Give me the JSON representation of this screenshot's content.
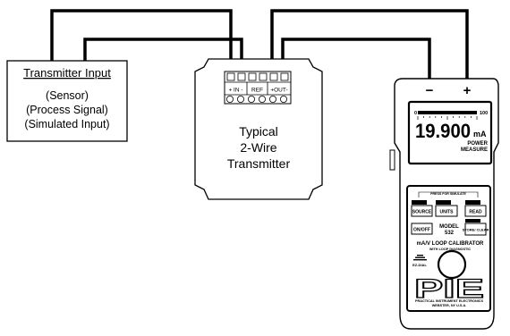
{
  "transmitter_input": {
    "title": "Transmitter Input",
    "lines": [
      "(Sensor)",
      "(Process Signal)",
      "(Simulated Input)"
    ]
  },
  "transmitter": {
    "lines": [
      "Typical",
      "2-Wire",
      "Transmitter"
    ],
    "terminals": {
      "in": "+ IN -",
      "ref": "REF",
      "out": "+OUT-"
    }
  },
  "calibrator": {
    "polarity_minus": "−",
    "polarity_plus": "+",
    "scale_min": "0",
    "scale_max": "100",
    "reading": "19.900",
    "unit": "mA",
    "mode_line1": "POWER",
    "mode_line2": "MEASURE",
    "press_hint": "PRESS FOR SIMULATE",
    "buttons": {
      "source": "SOURCE",
      "units": "UNITS",
      "read": "READ",
      "onoff": "ON/OFF",
      "store": "STORE/ CLEAR"
    },
    "model_line1": "MODEL",
    "model_line2": "532",
    "product_line1": "mA/V LOOP CALIBRATOR",
    "product_line2": "WITH LOOP DIAGNOSTIC",
    "knob_label": "EZ-DIAL",
    "logo": "PIE",
    "maker_line1": "PRACTICAL INSTRUMENT ELECTRONICS",
    "maker_line2": "WEBSTER, NY U.S.A."
  }
}
